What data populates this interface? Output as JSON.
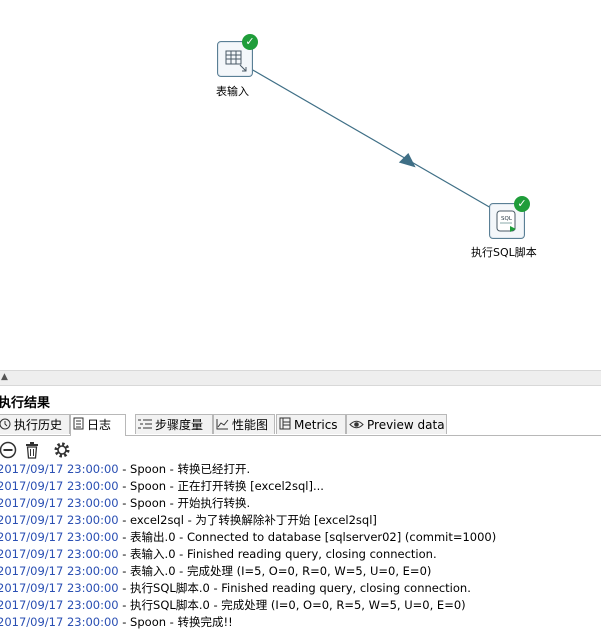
{
  "canvas": {
    "steps": [
      {
        "label": "表输入",
        "icon": "table-input-icon",
        "status": "success"
      },
      {
        "label": "执行SQL脚本",
        "icon": "sql-script-icon",
        "status": "success"
      }
    ]
  },
  "panel": {
    "title": "执行结果",
    "tabs": [
      {
        "label": "执行历史",
        "icon": "history-icon",
        "active": false
      },
      {
        "label": "日志",
        "icon": "log-icon",
        "active": true
      },
      {
        "label": "步骤度量",
        "icon": "step-metrics-icon",
        "active": false
      },
      {
        "label": "性能图",
        "icon": "performance-chart-icon",
        "active": false
      },
      {
        "label": "Metrics",
        "icon": "metrics-icon",
        "active": false
      },
      {
        "label": "Preview data",
        "icon": "eye-icon",
        "active": false
      }
    ],
    "toolbar": [
      "stop-icon",
      "trash-icon",
      "gear-icon"
    ]
  },
  "log": [
    {
      "ts": "2017/09/17 23:00:00",
      "msg": " - Spoon - 转换已经打开."
    },
    {
      "ts": "2017/09/17 23:00:00",
      "msg": " - Spoon - 正在打开转换 [excel2sql]..."
    },
    {
      "ts": "2017/09/17 23:00:00",
      "msg": " - Spoon - 开始执行转换."
    },
    {
      "ts": "2017/09/17 23:00:00",
      "msg": " - excel2sql - 为了转换解除补丁开始  [excel2sql]"
    },
    {
      "ts": "2017/09/17 23:00:00",
      "msg": " - 表输出.0 - Connected to database [sqlserver02] (commit=1000)"
    },
    {
      "ts": "2017/09/17 23:00:00",
      "msg": " - 表输入.0 - Finished reading query, closing connection."
    },
    {
      "ts": "2017/09/17 23:00:00",
      "msg": " - 执行SQL脚本.0 - Finished reading query, closing connection."
    },
    {
      "ts": "2017/09/17 23:00:00",
      "msg": " - 执行SQL脚本.0 - 完成处理 (I=0, O=0, R=5, W=5, U=0, E=0)"
    },
    {
      "ts": "2017/09/17 23:00:00",
      "msg": " - Spoon - 转换完成!!"
    }
  ],
  "log_extra": [
    {
      "ts": "2017/09/17 23:00:00",
      "msg": " - 表输入.0 - 完成处理 (I=5, O=0, R=0, W=5, U=0, E=0)"
    }
  ]
}
